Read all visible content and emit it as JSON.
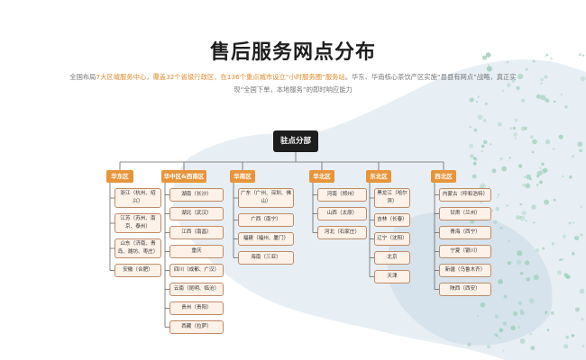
{
  "header": {
    "title": "售后服务网点分布",
    "desc_parts": [
      {
        "text": "全国布局",
        "hl": false
      },
      {
        "text": "7大区域服务中心",
        "hl": true
      },
      {
        "text": "，",
        "hl": false
      },
      {
        "text": "覆盖32个省级行政区",
        "hl": true
      },
      {
        "text": "，在136个重点城市设立“小时服务圈”服务站",
        "hl": true
      },
      {
        "text": "。华东、华南核心茶饮产区实施“县县有网点”战略，真正实现“全国下单，本地服务”的即时响应能力",
        "hl": false
      }
    ]
  },
  "root": {
    "label": "驻点分部"
  },
  "regions": [
    {
      "name": "华东区",
      "cities": [
        "浙江（杭州、绍兴）",
        "江苏（苏州、南京、泰州）",
        "山东（济南、青岛、潍坊、枣庄）",
        "安徽（合肥）"
      ]
    },
    {
      "name": "华中区&西南区",
      "cities": [
        "湖南（长沙）",
        "湖北（武汉）",
        "江西（南昌）",
        "重庆",
        "四川（成都、广汉）",
        "云南（昆明、临沧）",
        "贵州（贵阳）",
        "西藏（拉萨）"
      ]
    },
    {
      "name": "华南区",
      "cities": [
        "广东（广州、深圳、佛山）",
        "广西（南宁）",
        "福建（福州、厦门）",
        "海南（三亚）"
      ]
    },
    {
      "name": "华北区",
      "cities": [
        "河南（郑州）",
        "山西（太原）",
        "河北（石家庄）"
      ]
    },
    {
      "name": "东北区",
      "cities": [
        "黑龙江（哈尔滨）",
        "吉林（长春）",
        "辽宁（沈阳）",
        "北京",
        "天津"
      ]
    },
    {
      "name": "西北区",
      "cities": [
        "内蒙古（呼和浩特）",
        "甘肃（兰州）",
        "青海（西宁）",
        "宁夏（银川）",
        "新疆（乌鲁木齐）",
        "陕西（西安）"
      ]
    }
  ],
  "colors": {
    "accent": "#e7943a",
    "root": "#1d1d1d",
    "city_fill": "#fdf1e8",
    "city_border": "#c08a68",
    "map": "#dbe6ee",
    "dots": "#9ccfb8"
  }
}
